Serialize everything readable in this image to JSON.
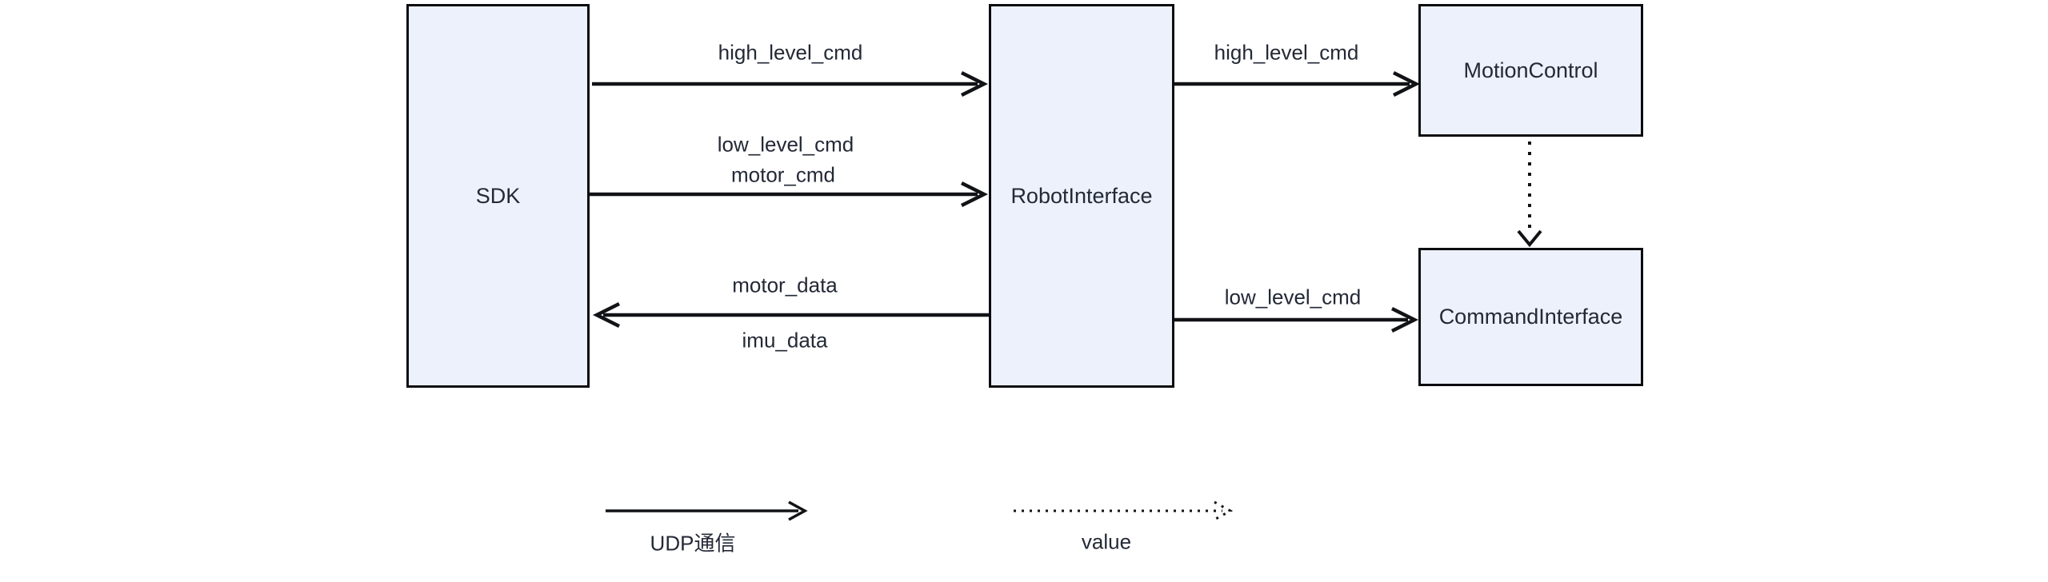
{
  "nodes": {
    "sdk": {
      "label": "SDK"
    },
    "robot_interface": {
      "label": "RobotInterface"
    },
    "motion_control": {
      "label": "MotionControl"
    },
    "command_interface": {
      "label": "CommandInterface"
    }
  },
  "edges": {
    "sdk_to_robot_high": {
      "label": "high_level_cmd",
      "type": "udp",
      "direction": "right"
    },
    "sdk_to_robot_low": {
      "labels": [
        "low_level_cmd",
        "motor_cmd"
      ],
      "type": "udp",
      "direction": "right"
    },
    "robot_to_sdk_data": {
      "label_above": "motor_data",
      "label_below": "imu_data",
      "type": "udp",
      "direction": "left"
    },
    "robot_to_motion": {
      "label": "high_level_cmd",
      "type": "udp",
      "direction": "right"
    },
    "robot_to_command": {
      "label": "low_level_cmd",
      "type": "udp",
      "direction": "right"
    },
    "motion_to_command": {
      "label": "",
      "type": "value",
      "direction": "down"
    }
  },
  "legend": {
    "udp": {
      "label": "UDP通信",
      "line_style": "solid"
    },
    "value": {
      "label": "value",
      "line_style": "dotted"
    }
  },
  "colors": {
    "node_fill": "#edf1fb",
    "node_border": "#0b0c0f",
    "line": "#121317",
    "text": "#232936",
    "background": "#ffffff"
  }
}
